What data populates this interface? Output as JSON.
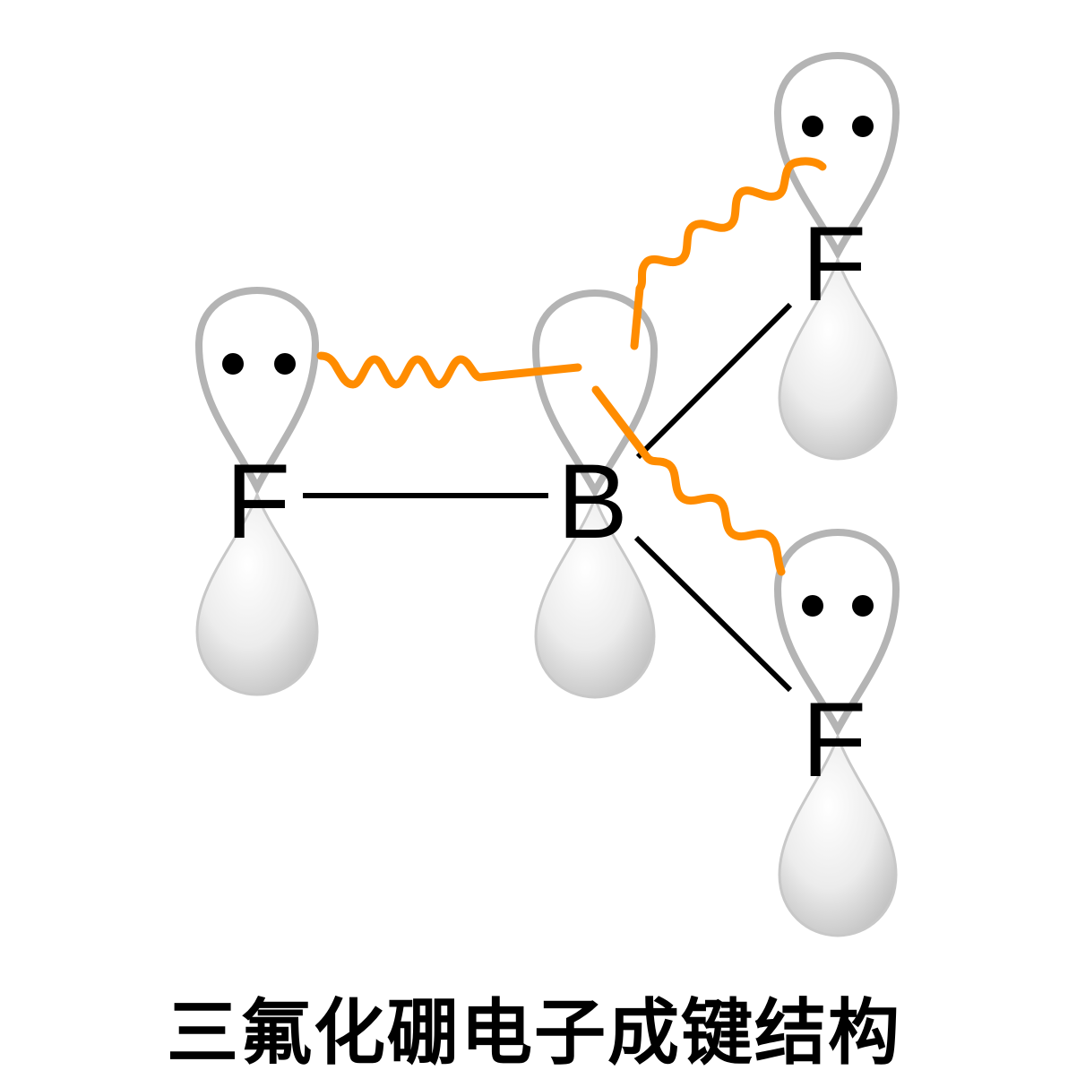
{
  "atoms": {
    "center": "B",
    "fluorine_left": "F",
    "fluorine_top_right": "F",
    "fluorine_bottom_right": "F"
  },
  "lone_pair_symbol": "••",
  "caption": "三氟化硼电子成键结构",
  "colors": {
    "orbital_outline": "#b4b4b4",
    "orbital_fill_light": "#ffffff",
    "orbital_fill_dark": "#c8c8c8",
    "bond": "#000000",
    "donation_arrow": "#ff8c00",
    "electron": "#000000"
  }
}
